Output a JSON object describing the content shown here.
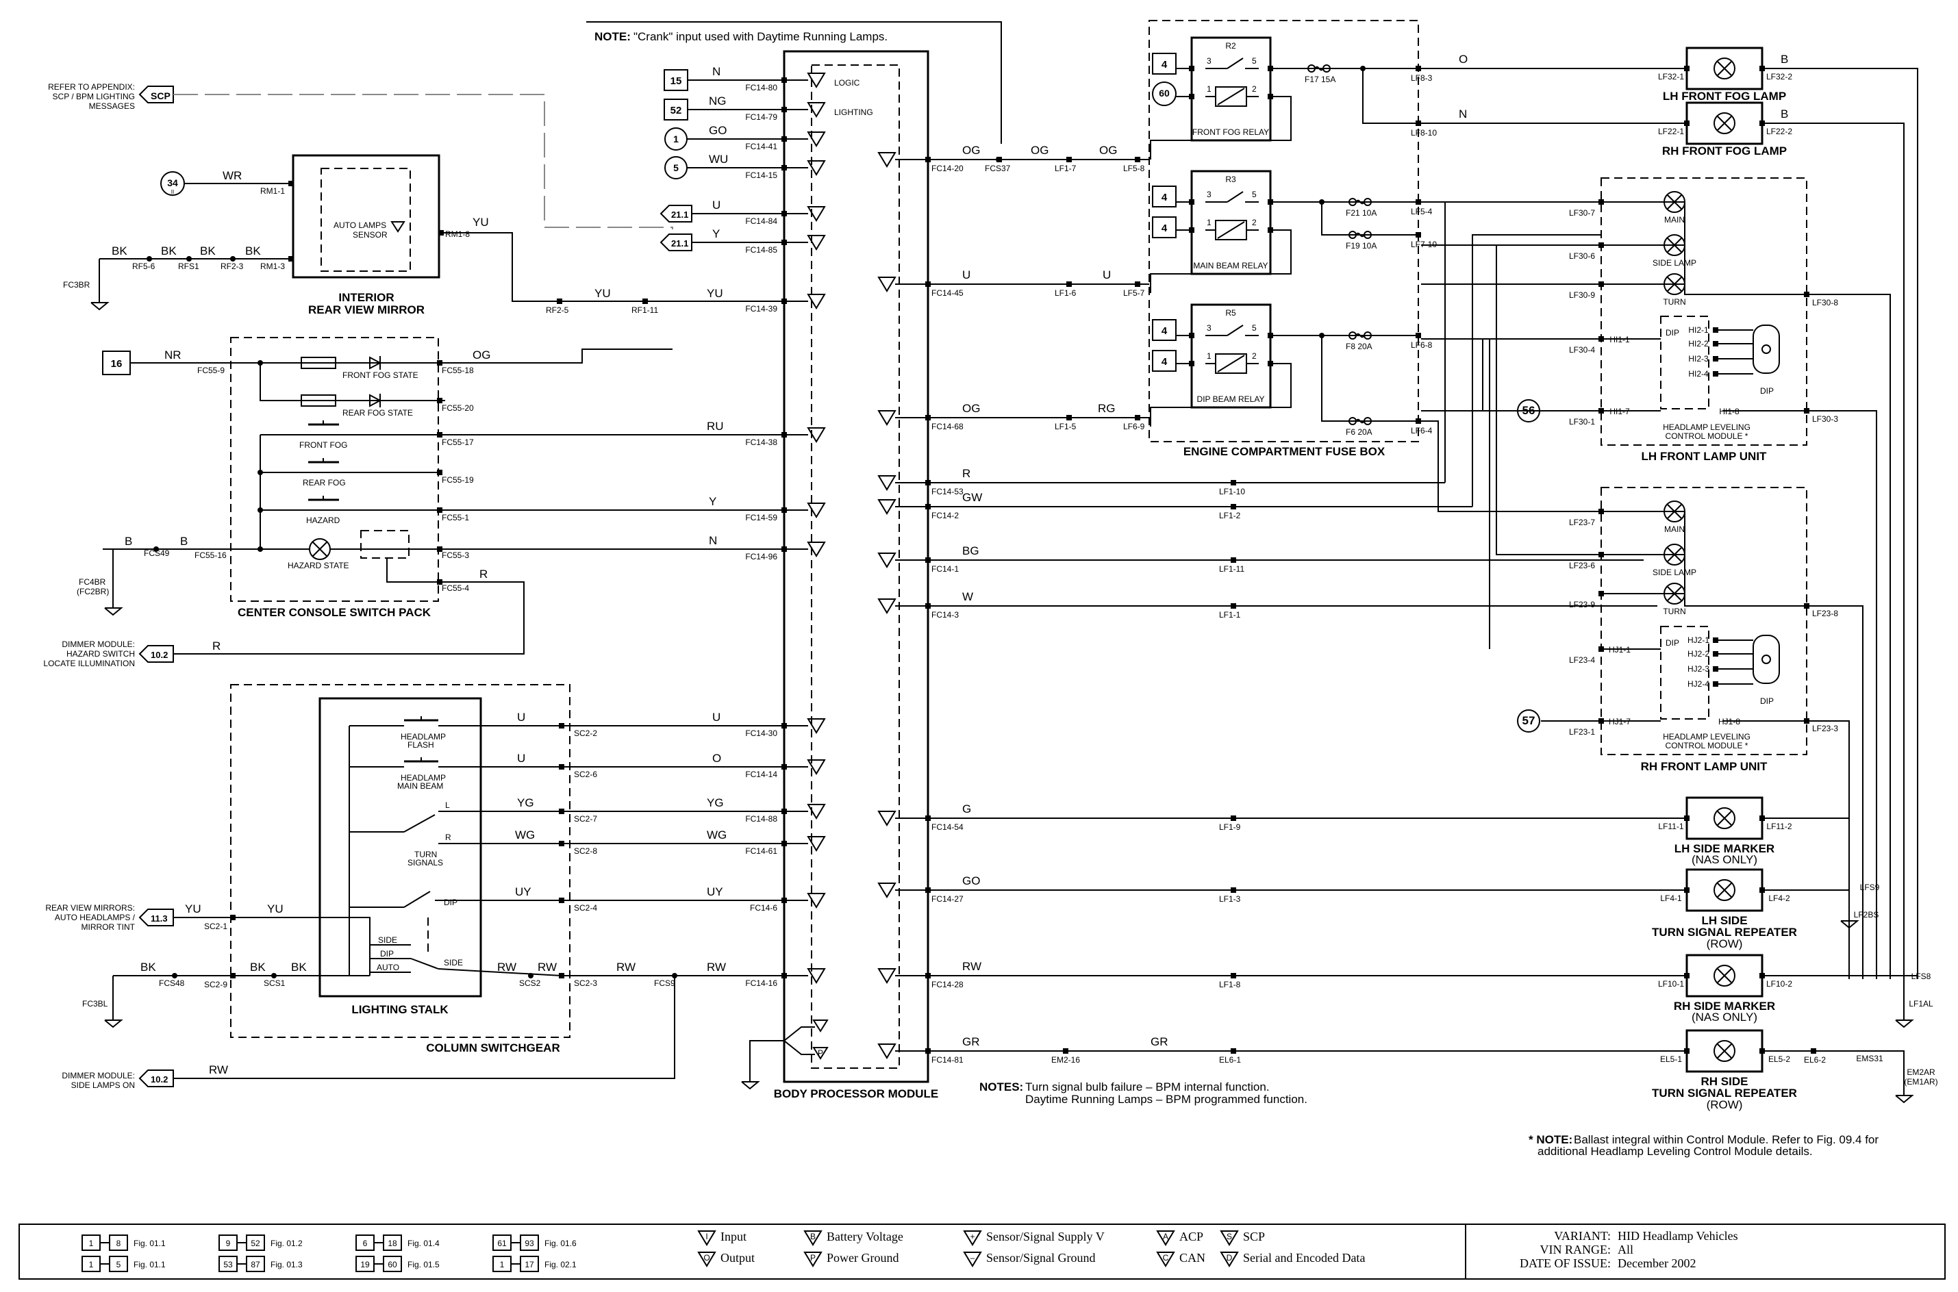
{
  "notes": {
    "crank": "\"Crank\" input used with Daytime Running Lamps.",
    "crank_prefix": "NOTE:",
    "bpm_title": "NOTES:",
    "bpm_1": "Turn signal bulb failure – BPM internal function.",
    "bpm_2": "Daytime Running Lamps – BPM programmed function.",
    "ballast_prefix": "* NOTE:",
    "ballast_1": "Ballast integral within Control Module. Refer to Fig. 09.4 for",
    "ballast_2": "additional Headlamp Leveling Control Module details."
  },
  "left_refs": {
    "scp_text_1": "REFER TO APPENDIX:",
    "scp_text_2": "SCP / BPM LIGHTING",
    "scp_text_3": "MESSAGES",
    "scp_tag": "SCP",
    "dimmer_hazard_1": "DIMMER MODULE:",
    "dimmer_hazard_2": "HAZARD SWITCH",
    "dimmer_hazard_3": "LOCATE ILLUMINATION",
    "dimmer_hazard_tag": "10.2",
    "mirrors_1": "REAR VIEW MIRRORS:",
    "mirrors_2": "AUTO HEADLAMPS /",
    "mirrors_3": "MIRROR TINT",
    "mirrors_tag": "11.3",
    "dimmer_side_1": "DIMMER MODULE:",
    "dimmer_side_2": "SIDE LAMPS ON",
    "dimmer_side_tag": "10.2"
  },
  "mirror": {
    "title_1": "INTERIOR",
    "title_2": "REAR VIEW MIRROR",
    "sensor_1": "AUTO LAMPS",
    "sensor_2": "SENSOR",
    "feed_ref": "34",
    "feed_sub": "II",
    "pins": [
      "RM1-1",
      "RM1-3",
      "RM1-8"
    ],
    "ground": "FC3BR",
    "splices": [
      "RF5-6",
      "RFS1",
      "RF2-3"
    ],
    "wire_bk": "BK",
    "wire_wr": "WR",
    "wire_yu": "YU"
  },
  "console": {
    "title": "CENTER CONSOLE SWITCH PACK",
    "feed_ref": "16",
    "front_fog_state": "FRONT FOG STATE",
    "rear_fog_state": "REAR FOG STATE",
    "front_fog": "FRONT FOG",
    "rear_fog": "REAR FOG",
    "hazard": "HAZARD",
    "hazard_state": "HAZARD STATE",
    "pins": [
      "FC55-9",
      "FC55-18",
      "FC55-20",
      "FC55-17",
      "FC55-19",
      "FC55-1",
      "FC55-3",
      "FC55-4",
      "FC55-16"
    ],
    "ground_1": "FC4BR",
    "ground_2": "(FC2BR)",
    "splice": "FCS49"
  },
  "column": {
    "title": "COLUMN SWITCHGEAR",
    "stalk_title": "LIGHTING STALK",
    "flash_1": "HEADLAMP",
    "flash_2": "FLASH",
    "main_1": "HEADLAMP",
    "main_2": "MAIN BEAM",
    "turn_1": "TURN",
    "turn_2": "SIGNALS",
    "l": "L",
    "r": "R",
    "dip": "DIP",
    "side": "SIDE",
    "auto": "AUTO",
    "pins": [
      "SC2-2",
      "SC2-6",
      "SC2-7",
      "SC2-8",
      "SC2-4",
      "SC2-1",
      "SC2-9",
      "SC2-3"
    ],
    "splices": [
      "FCS48",
      "SCS1",
      "SCS2",
      "FCS9"
    ],
    "ground": "FC3BL"
  },
  "bpm": {
    "title": "BODY PROCESSOR MODULE",
    "logic": "LOGIC",
    "lighting": "LIGHTING",
    "inputs": [
      {
        "wire": "N",
        "pin": "FC14-80",
        "tag": "15"
      },
      {
        "wire": "NG",
        "pin": "FC14-79",
        "tag": "52"
      },
      {
        "wire": "GO",
        "pin": "FC14-41",
        "tag": "1"
      },
      {
        "wire": "WU",
        "pin": "FC14-15",
        "tag": "5"
      },
      {
        "wire": "U",
        "pin": "FC14-84",
        "tag": "21.1"
      },
      {
        "wire": "Y",
        "pin": "FC14-85",
        "tag": "21.1"
      },
      {
        "wire": "YU",
        "pin": "FC14-39"
      },
      {
        "wire": "RU",
        "pin": "FC14-38"
      },
      {
        "wire": "Y",
        "pin": "FC14-59"
      },
      {
        "wire": "N",
        "pin": "FC14-96"
      },
      {
        "wire": "U",
        "pin": "FC14-30"
      },
      {
        "wire": "O",
        "pin": "FC14-14"
      },
      {
        "wire": "YG",
        "pin": "FC14-88"
      },
      {
        "wire": "WG",
        "pin": "FC14-61"
      },
      {
        "wire": "UY",
        "pin": "FC14-6"
      },
      {
        "wire": "RW",
        "pin": "FC14-16"
      }
    ],
    "outputs": [
      {
        "wire": "OG",
        "pin": "FC14-20"
      },
      {
        "wire": "U",
        "pin": "FC14-45"
      },
      {
        "wire": "OG",
        "pin": "FC14-68"
      },
      {
        "wire": "R",
        "pin": "FC14-53"
      },
      {
        "wire": "GW",
        "pin": "FC14-2"
      },
      {
        "wire": "BG",
        "pin": "FC14-1"
      },
      {
        "wire": "W",
        "pin": "FC14-3"
      },
      {
        "wire": "G",
        "pin": "FC14-54"
      },
      {
        "wire": "GO",
        "pin": "FC14-27"
      },
      {
        "wire": "RW",
        "pin": "FC14-28"
      },
      {
        "wire": "GR",
        "pin": "FC14-81"
      }
    ],
    "mid_pins": [
      "FCS37",
      "LF1-7",
      "LF5-8",
      "LF1-6",
      "LF5-7",
      "LF1-5",
      "LF6-9",
      "LF1-10",
      "LF1-2",
      "LF1-11",
      "LF1-1",
      "LF1-9",
      "LF1-3",
      "LF1-8",
      "EM2-16",
      "EL6-1"
    ],
    "mid_wires": [
      "OG",
      "OG",
      "U",
      "RG",
      "GR"
    ],
    "mirror_splices": [
      "RF2-5",
      "RF1-11"
    ]
  },
  "fusebox": {
    "title": "ENGINE COMPARTMENT FUSE BOX",
    "front_fog_relay": "FRONT FOG RELAY",
    "main_beam_relay": "MAIN BEAM RELAY",
    "dip_beam_relay": "DIP BEAM RELAY",
    "r2": "R2",
    "r3": "R3",
    "r5": "R5",
    "tag_4": "4",
    "tag_60": "60",
    "f17": "F17 15A",
    "f21": "F21 10A",
    "f19": "F19 10A",
    "f8": "F8 20A",
    "f6": "F6 20A",
    "pins": [
      "LF8-3",
      "LF8-10",
      "LF5-4",
      "LF7-10",
      "LF6-8",
      "LF6-4"
    ],
    "relay_pins": [
      "3",
      "5",
      "1",
      "2"
    ]
  },
  "right": {
    "lh_fog": "LH FRONT FOG LAMP",
    "rh_fog": "RH FRONT FOG LAMP",
    "lh_unit": "LH FRONT LAMP UNIT",
    "rh_unit": "RH FRONT LAMP UNIT",
    "main": "MAIN",
    "side_lamp": "SIDE LAMP",
    "turn": "TURN",
    "dip": "DIP",
    "hlcm_1": "HEADLAMP LEVELING",
    "hlcm_2": "CONTROL MODULE *",
    "lh_side_marker": "LH SIDE MARKER",
    "nas_only": "(NAS ONLY)",
    "lh_side_repeater_1": "LH SIDE",
    "lh_side_repeater_2": "TURN SIGNAL REPEATER",
    "row": "(ROW)",
    "rh_side_marker": "RH SIDE MARKER",
    "rh_side_repeater_1": "RH SIDE",
    "rh_side_repeater_2": "TURN SIGNAL REPEATER",
    "tag_56": "56",
    "tag_57": "57",
    "grounds": [
      "LF2BS",
      "LF1AL",
      "EM2AR",
      "(EM1AR)"
    ],
    "splices": [
      "LFS9",
      "LFS8",
      "EMS31"
    ],
    "lh_pins": [
      "LF30-7",
      "LF30-6",
      "LF30-9",
      "LF30-4",
      "LF30-1",
      "LF30-8",
      "LF30-3",
      "HI1-1",
      "HI1-7",
      "HI1-8",
      "HI2-1",
      "HI2-2",
      "HI2-3",
      "HI2-4"
    ],
    "rh_pins": [
      "LF23-7",
      "LF23-6",
      "LF23-9",
      "LF23-4",
      "LF23-1",
      "LF23-8",
      "LF23-3",
      "HJ1-1",
      "HJ1-7",
      "HJ1-8",
      "HJ2-1",
      "HJ2-2",
      "HJ2-3",
      "HJ2-4"
    ],
    "fog_pins": [
      "LF32-1",
      "LF32-2",
      "LF22-1",
      "LF22-2"
    ],
    "marker_pins": [
      "LF11-1",
      "LF11-2",
      "LF4-1",
      "LF4-2",
      "LF10-1",
      "LF10-2",
      "EL5-1",
      "EL5-2",
      "EL6-2"
    ]
  },
  "legend": {
    "items_left": [
      {
        "a": "1",
        "b": "8",
        "fig": "Fig. 01.1"
      },
      {
        "a": "9",
        "b": "52",
        "fig": "Fig. 01.2"
      },
      {
        "a": "6",
        "b": "18",
        "fig": "Fig. 01.4"
      },
      {
        "a": "61",
        "b": "93",
        "fig": "Fig. 01.6"
      },
      {
        "a": "1",
        "b": "5",
        "fig": "Fig. 01.1"
      },
      {
        "a": "53",
        "b": "87",
        "fig": "Fig. 01.3"
      },
      {
        "a": "19",
        "b": "60",
        "fig": "Fig. 01.5"
      },
      {
        "a": "1",
        "b": "17",
        "fig": "Fig. 02.1"
      }
    ],
    "symbols": [
      {
        "sym": "I",
        "label": "Input"
      },
      {
        "sym": "O",
        "label": "Output"
      },
      {
        "sym": "B",
        "label": "Battery Voltage"
      },
      {
        "sym": "P",
        "label": "Power Ground"
      },
      {
        "sym": "+",
        "label": "Sensor/Signal Supply V"
      },
      {
        "sym": "–",
        "label": "Sensor/Signal Ground"
      },
      {
        "sym": "A",
        "label": "ACP"
      },
      {
        "sym": "C",
        "label": "CAN"
      },
      {
        "sym": "S",
        "label": "SCP"
      },
      {
        "sym": "D",
        "label": "Serial and Encoded Data"
      }
    ],
    "variant_label": "VARIANT:",
    "variant": "HID Headlamp Vehicles",
    "vin_label": "VIN RANGE:",
    "vin": "All",
    "date_label": "DATE OF ISSUE:",
    "date": "December 2002"
  }
}
